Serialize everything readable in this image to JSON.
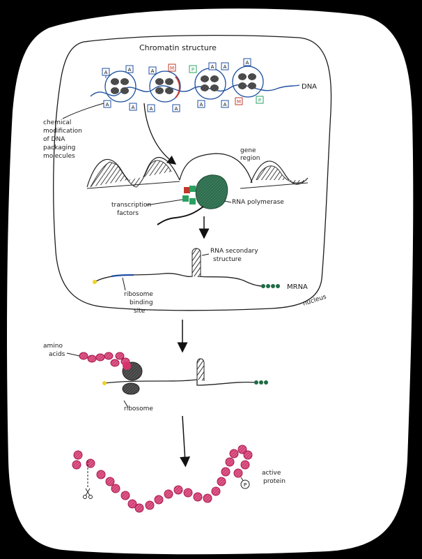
{
  "labels": {
    "chromatin_structure": "Chromatin structure",
    "dna": "DNA",
    "chemical_modification": [
      "chemical",
      "modification",
      "of DNA",
      "packaging",
      "molecules"
    ],
    "gene_region": [
      "gene",
      "region"
    ],
    "transcription_factors": [
      "transcription",
      "factors"
    ],
    "rna_polymerase": "RNA polymerase",
    "rna_secondary_structure": [
      "RNA secondary",
      "structure"
    ],
    "mrna": "MRNA",
    "ribosome_binding_site": [
      "ribosome",
      "binding",
      "site"
    ],
    "nucleus": "nucleus",
    "amino_acids": [
      "amino",
      "acids"
    ],
    "ribosome": "ribosome",
    "active_protein": [
      "active",
      "protein"
    ],
    "phosphate_symbol": "P"
  },
  "histone_marks": {
    "top": [
      "A",
      "A",
      "A",
      "M",
      "P",
      "A",
      "A",
      "A"
    ],
    "bottom": [
      "A",
      "A",
      "A",
      "A",
      "A",
      "A",
      "M",
      "P"
    ]
  },
  "colors": {
    "background": "#000000",
    "page": "#ffffff",
    "ink": "#1a1a1a",
    "histone_blue": "#1e4fa0",
    "nucleosome": "#3a4550",
    "polymerase_green": "#2f6b4e",
    "tf_green": "#2aa060",
    "tf_red": "#c0392b",
    "methyl_red": "#c0392b",
    "amino_pink": "#d6336c",
    "mrna_tail": "#1f6b45",
    "cap_yellow": "#f2d21b"
  }
}
